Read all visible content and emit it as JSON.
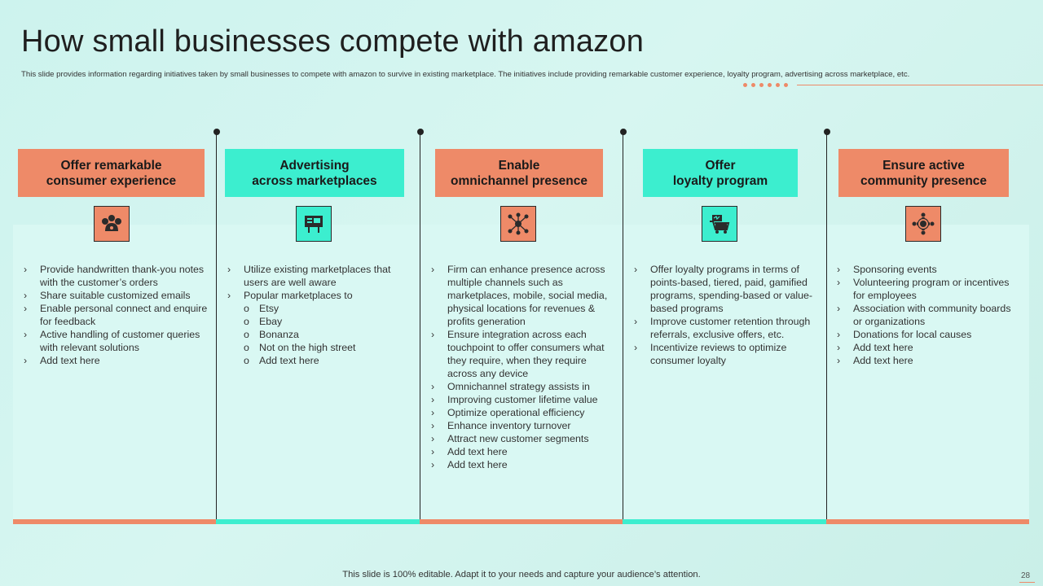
{
  "title": "How small businesses compete with amazon",
  "subtitle": "This slide provides information regarding initiatives taken by small businesses to compete with amazon to survive in existing marketplace. The initiatives include providing remarkable customer experience, loyalty program, advertising across marketplace, etc.",
  "colors": {
    "accent_orange": "#ee8a68",
    "accent_teal": "#3ceecf",
    "panel": "#d9f8f3"
  },
  "columns": [
    {
      "header": "Offer remarkable\nconsumer experience",
      "icon": "customer-feedback-icon",
      "items": [
        "Provide handwritten thank-you notes with the customer’s orders",
        "Share suitable customized emails",
        "Enable personal connect and enquire for feedback",
        "Active handling of customer queries with relevant  solutions",
        "Add text here"
      ]
    },
    {
      "header": "Advertising\nacross marketplaces",
      "icon": "billboard-ad-icon",
      "items": [
        "Utilize existing marketplaces that users are well aware",
        "Popular marketplaces to"
      ],
      "subitems": [
        "Etsy",
        "Ebay",
        "Bonanza",
        "Not on the high street",
        "Add text here"
      ]
    },
    {
      "header": "Enable\nomnichannel presence",
      "icon": "network-hub-icon",
      "items": [
        "Firm can enhance presence across multiple channels such as marketplaces, mobile, social media, physical locations for revenues  & profits generation",
        "Ensure integration across each touchpoint to offer consumers what they require,  when they require  across any device",
        "Omnichannel strategy assists in",
        "Improving  customer lifetime value",
        "Optimize operational  efficiency",
        "Enhance inventory turnover",
        "Attract new customer segments",
        "Add text here",
        "Add text here"
      ]
    },
    {
      "header": "Offer\nloyalty program",
      "icon": "shopping-cart-loyalty-icon",
      "items": [
        "Offer loyalty programs  in terms of points-based,  tiered,  paid, gamified programs,  spending-based or value-based  programs",
        "Improve  customer retention through referrals,  exclusive offers, etc.",
        "Incentivize reviews  to optimize consumer loyalty"
      ]
    },
    {
      "header": "Ensure active\ncommunity presence",
      "icon": "community-people-icon",
      "items": [
        "Sponsoring  events",
        "Volunteering program or incentives for employees",
        "Association with community boards or organizations",
        "Donations for local causes",
        "Add text here",
        "Add text here"
      ]
    }
  ],
  "footer": "This slide is 100% editable. Adapt it to your needs and capture your audience’s attention.",
  "page_number": "28"
}
